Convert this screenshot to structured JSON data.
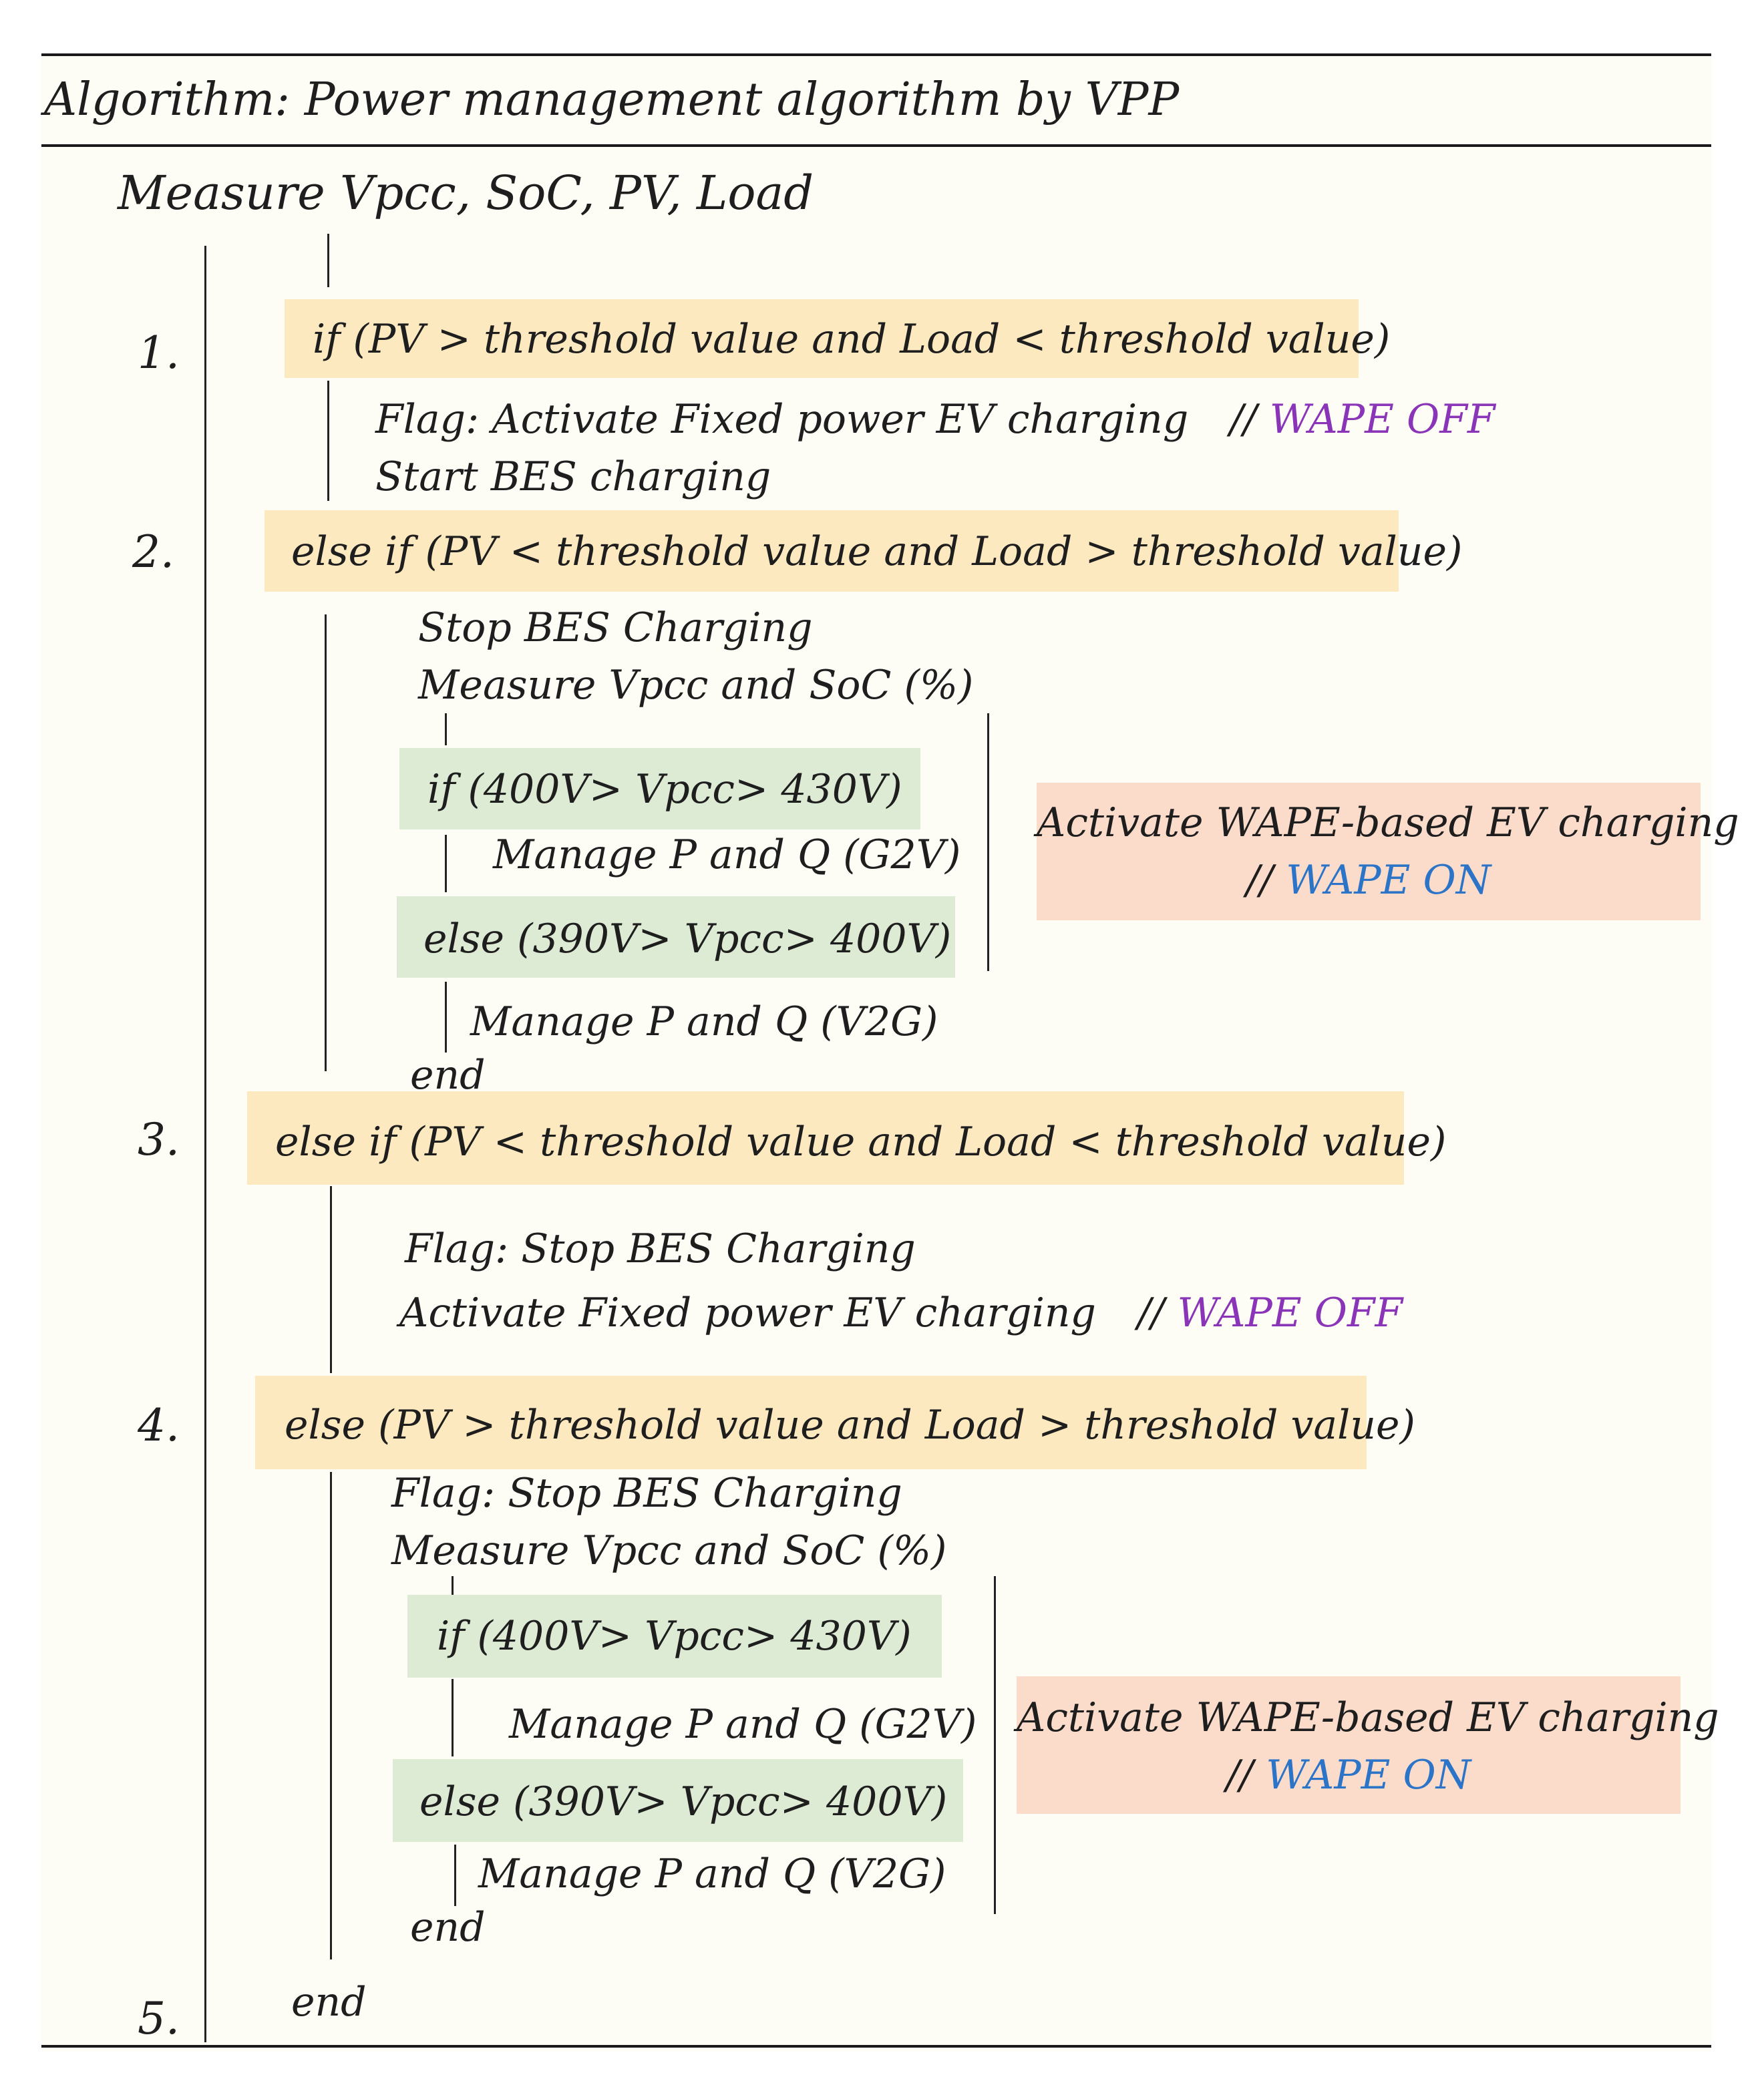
{
  "algorithm": {
    "title": "Algorithm: Power management algorithm  by VPP",
    "measure": "Measure Vpcc, SoC, PV, Load",
    "steps": {
      "s1": {
        "number": "1.",
        "condition": "if  (PV > threshold value and Load < threshold value)",
        "flag_text": "Flag: Activate Fixed power EV charging",
        "comment_prefix": "//",
        "comment_status": "WAPE OFF",
        "action": "Start BES charging"
      },
      "s2": {
        "number": "2.",
        "condition": "else if (PV < threshold value and Load > threshold value)",
        "action1": "Stop BES Charging",
        "action2": "Measure Vpcc and SoC (%)",
        "if_cond": "if   (400V> Vpcc> 430V)",
        "if_action": "Manage P and Q (G2V)",
        "else_cond": "else  (390V> Vpcc> 400V)",
        "else_action": "Manage P and Q (V2G)",
        "end": "end",
        "note_line1": "Activate WAPE-based EV charging",
        "note_prefix": "//",
        "note_status": "WAPE ON"
      },
      "s3": {
        "number": "3.",
        "condition": "else if  (PV < threshold value and Load < threshold value)",
        "flag": "Flag: Stop BES Charging",
        "action_text": "Activate Fixed power EV charging",
        "comment_prefix": "//",
        "comment_status": "WAPE OFF"
      },
      "s4": {
        "number": "4.",
        "condition": "else (PV > threshold value and Load > threshold value)",
        "flag": "Flag: Stop BES Charging",
        "action2": "Measure Vpcc and SoC (%)",
        "if_cond": "if   (400V> Vpcc> 430V)",
        "if_action": "Manage P and Q (G2V)",
        "else_cond": "else   (390V> Vpcc> 400V)",
        "else_action": "Manage P and Q (V2G)",
        "end": "end",
        "note_line1": "Activate WAPE-based EV charging",
        "note_prefix": "//",
        "note_status": "WAPE ON"
      },
      "s5": {
        "number": "5.",
        "end": "end"
      }
    }
  },
  "colors": {
    "condition_highlight": "#fde9bf",
    "branch_highlight": "#ddebd4",
    "note_highlight": "#fbdcca",
    "wape_off": "#8a34b8",
    "wape_on": "#2b74c8"
  }
}
